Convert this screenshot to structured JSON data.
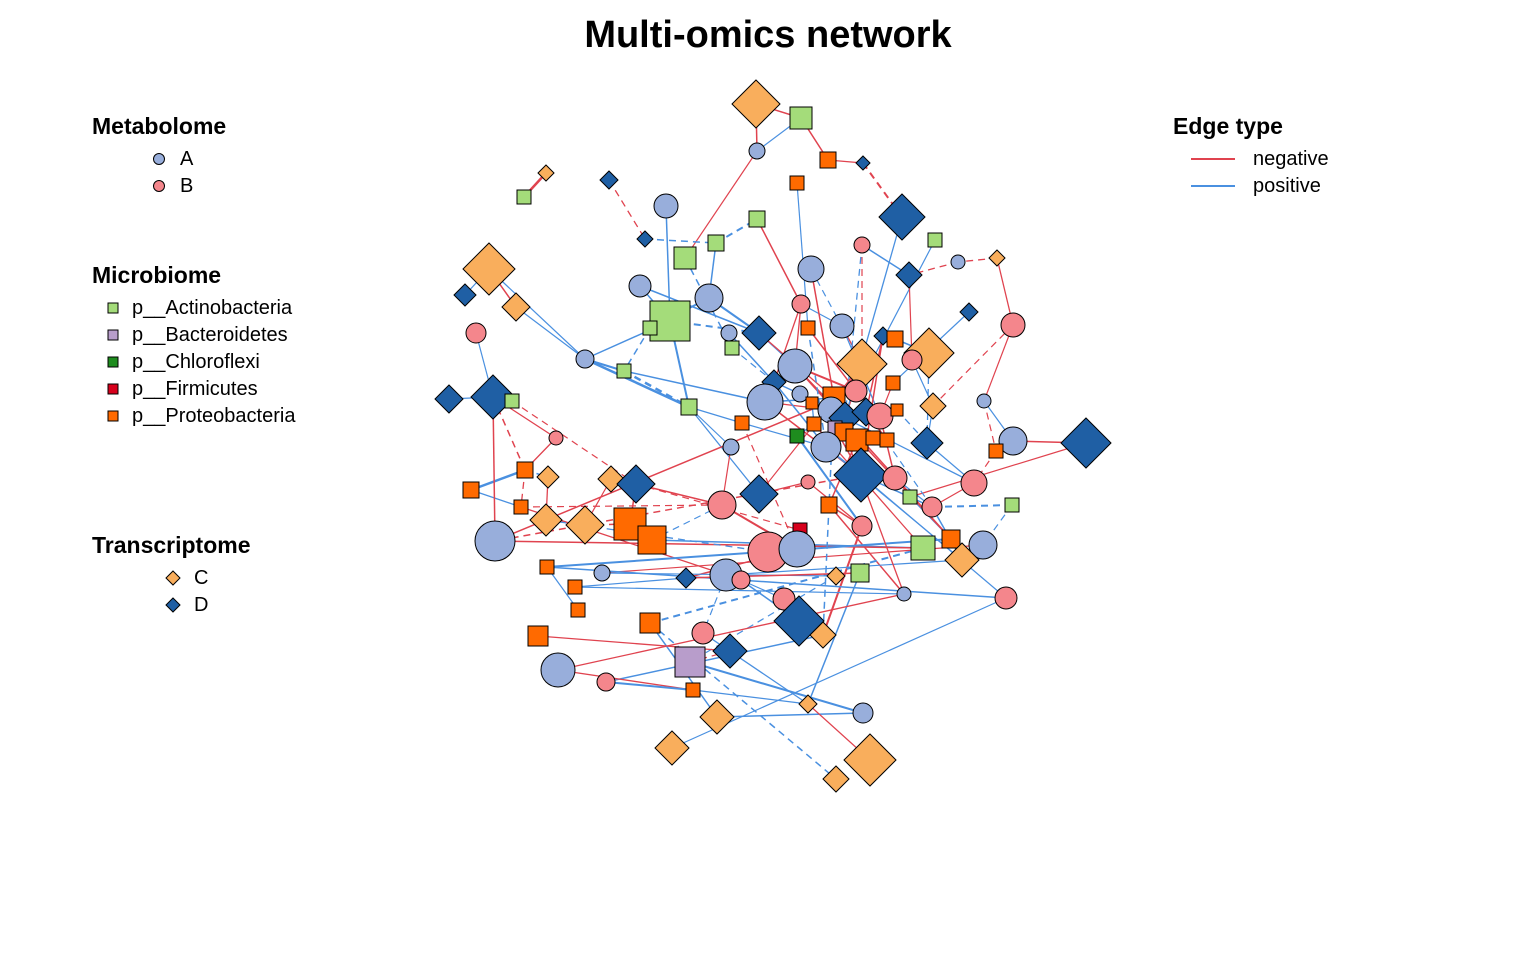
{
  "title": "Multi-omics network",
  "legends": {
    "metabolome": {
      "title": "Metabolome",
      "items": [
        {
          "label": "A",
          "shape": "circle",
          "color": "#98aedb"
        },
        {
          "label": "B",
          "shape": "circle",
          "color": "#f4868c"
        }
      ]
    },
    "microbiome": {
      "title": "Microbiome",
      "items": [
        {
          "label": "p__Actinobacteria",
          "shape": "square",
          "color": "#a4dc7a"
        },
        {
          "label": "p__Bacteroidetes",
          "shape": "square",
          "color": "#b89dcb"
        },
        {
          "label": "p__Chloroflexi",
          "shape": "square",
          "color": "#1e8c1e"
        },
        {
          "label": "p__Firmicutes",
          "shape": "square",
          "color": "#d7001c"
        },
        {
          "label": "p__Proteobacteria",
          "shape": "square",
          "color": "#ff6a00"
        }
      ]
    },
    "transcriptome": {
      "title": "Transcriptome",
      "items": [
        {
          "label": "C",
          "shape": "diamond",
          "color": "#f9ae5c"
        },
        {
          "label": "D",
          "shape": "diamond",
          "color": "#1f5fa4"
        }
      ]
    },
    "edges": {
      "title": "Edge type",
      "items": [
        {
          "label": "negative",
          "color": "#e0434f"
        },
        {
          "label": "positive",
          "color": "#4a90e0"
        }
      ]
    }
  }
}
